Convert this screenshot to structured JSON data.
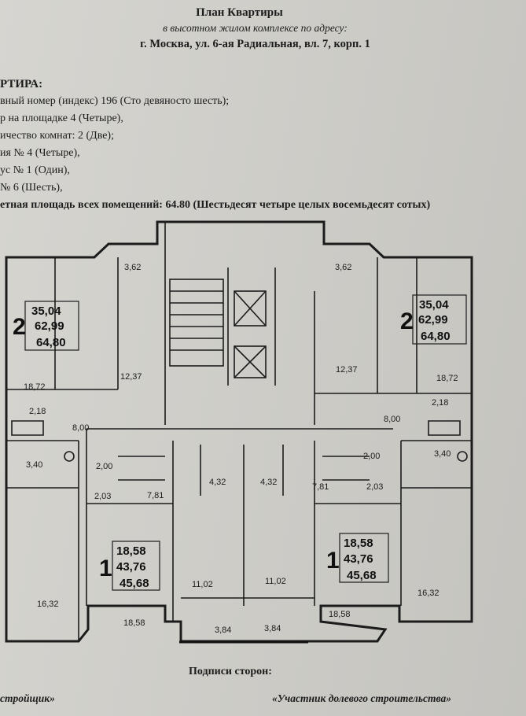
{
  "header": {
    "title": "План Квартиры",
    "subtitle": "в высотном жилом комплексе по адресу:",
    "address": "г. Москва, ул. 6-ая Радиальная, вл. 7, корп. 1"
  },
  "apartment": {
    "section_title": "РТИРА:",
    "lines": [
      "вный номер (индекс) 196 (Сто девяносто шесть);",
      "р на площадке 4 (Четыре),",
      "ичество комнат: 2 (Две);",
      "ия № 4 (Четыре),",
      "ус № 1 (Один),",
      "№ 6 (Шесть),"
    ],
    "total_area_line": "етная площадь всех помещений: 64.80 (Шестьдесят четыре целых восемьдесят сотых)"
  },
  "plan": {
    "rooms": [
      {
        "id": "balcony-top-left",
        "label": "3,62"
      },
      {
        "id": "balcony-top-right",
        "label": "3,62"
      },
      {
        "id": "kitchen-left",
        "label": "12,37"
      },
      {
        "id": "kitchen-right",
        "label": "12,37"
      },
      {
        "id": "room-left-top",
        "label": "18,72"
      },
      {
        "id": "room-right-top",
        "label": "18,72"
      },
      {
        "id": "bath-left",
        "label": "2,18"
      },
      {
        "id": "bath-right",
        "label": "2,18"
      },
      {
        "id": "hall-left",
        "label": "8,00"
      },
      {
        "id": "hall-right",
        "label": "8,00"
      },
      {
        "id": "storage-left",
        "label": "3,40"
      },
      {
        "id": "storage-right",
        "label": "3,40"
      },
      {
        "id": "wc-left",
        "label": "2,00"
      },
      {
        "id": "wc-right",
        "label": "2,00"
      },
      {
        "id": "bath2-left",
        "label": "2,03"
      },
      {
        "id": "bath2-right",
        "label": "2,03"
      },
      {
        "id": "hall2-left",
        "label": "7,81"
      },
      {
        "id": "hall2-right",
        "label": "7,81"
      },
      {
        "id": "bath3-left",
        "label": "4,32"
      },
      {
        "id": "bath3-right",
        "label": "4,32"
      },
      {
        "id": "kitchen2-left",
        "label": "11,02"
      },
      {
        "id": "kitchen2-right",
        "label": "11,02"
      },
      {
        "id": "room-left-bottom",
        "label": "16,32"
      },
      {
        "id": "room-right-bottom",
        "label": "16,32"
      },
      {
        "id": "room-mid-left",
        "label": "18,58"
      },
      {
        "id": "room-mid-right",
        "label": "18,58"
      },
      {
        "id": "balcony-bottom-left",
        "label": "3,84"
      },
      {
        "id": "balcony-bottom-right",
        "label": "3,84"
      }
    ],
    "units": [
      {
        "id": "unit-2-left",
        "rooms": "2",
        "living": "35,04",
        "total": "62,99",
        "full": "64,80"
      },
      {
        "id": "unit-2-right",
        "rooms": "2",
        "living": "35,04",
        "total": "62,99",
        "full": "64,80"
      },
      {
        "id": "unit-1-left",
        "rooms": "1",
        "living": "18,58",
        "total": "43,76",
        "full": "45,68"
      },
      {
        "id": "unit-1-right",
        "rooms": "1",
        "living": "18,58",
        "total": "43,76",
        "full": "45,68"
      }
    ]
  },
  "footer": {
    "signatures_title": "Подписи сторон:",
    "left_party": "стройщик»",
    "right_party": "«Участник долевого строительства»"
  }
}
